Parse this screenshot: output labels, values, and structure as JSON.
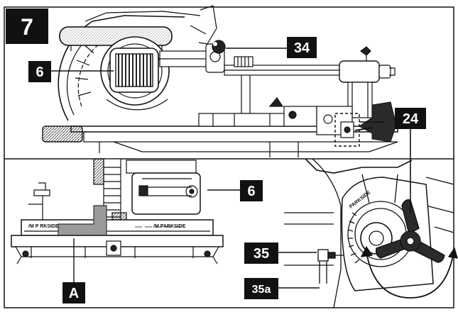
{
  "figure": {
    "number": "7",
    "callouts": {
      "c6_top": "6",
      "c34": "34",
      "c24": "24",
      "c6_bottom": "6",
      "c35": "35",
      "c35a": "35a",
      "cA": "A"
    },
    "scale_labels": {
      "left": "/M P  RKSIDE",
      "right": "/M PARKSIDE",
      "dial": "PARKSIDE"
    }
  }
}
